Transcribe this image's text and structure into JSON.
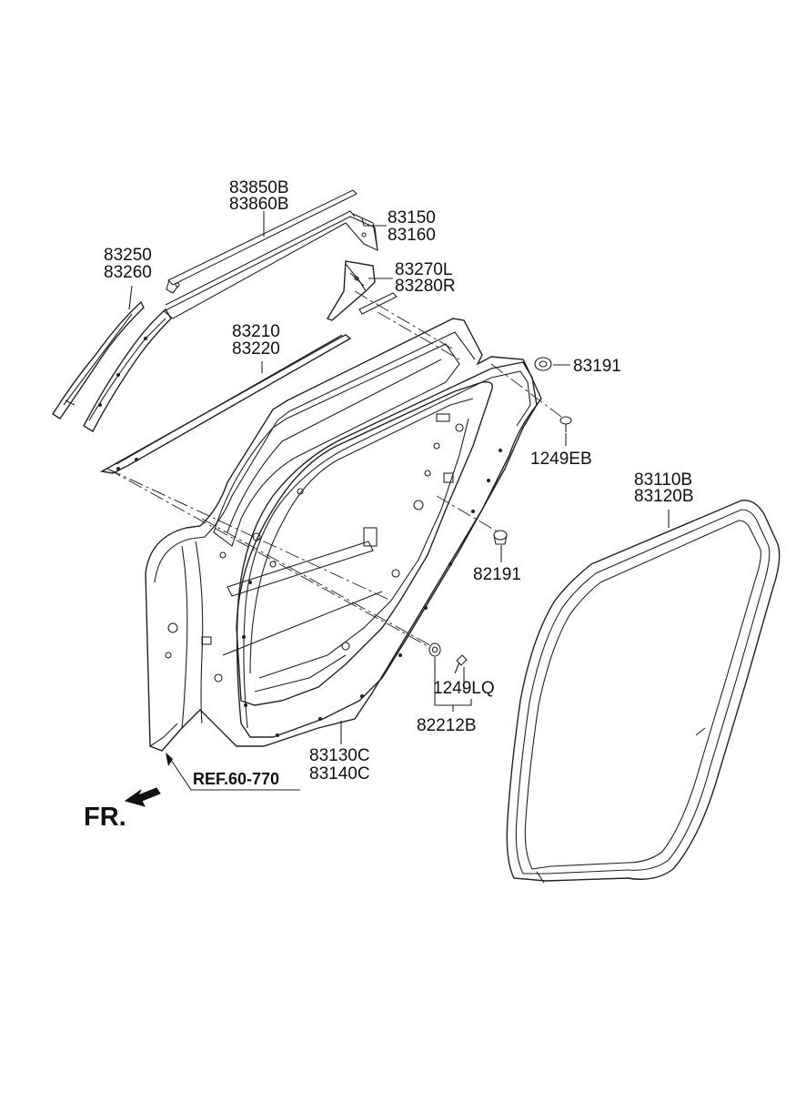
{
  "labels": {
    "p83850": "83850B",
    "p83860": "83860B",
    "p83150": "83150",
    "p83160": "83160",
    "p83250": "83250",
    "p83260": "83260",
    "p83270": "83270L",
    "p83280": "83280R",
    "p83210": "83210",
    "p83220": "83220",
    "p83191": "83191",
    "p1249eb": "1249EB",
    "p83110": "83110B",
    "p83120": "83120B",
    "p82191": "82191",
    "p1249lq": "1249LQ",
    "p82212": "82212B",
    "p83130": "83130C",
    "p83140": "83140C",
    "ref": "REF.60-770",
    "fr": "FR."
  }
}
